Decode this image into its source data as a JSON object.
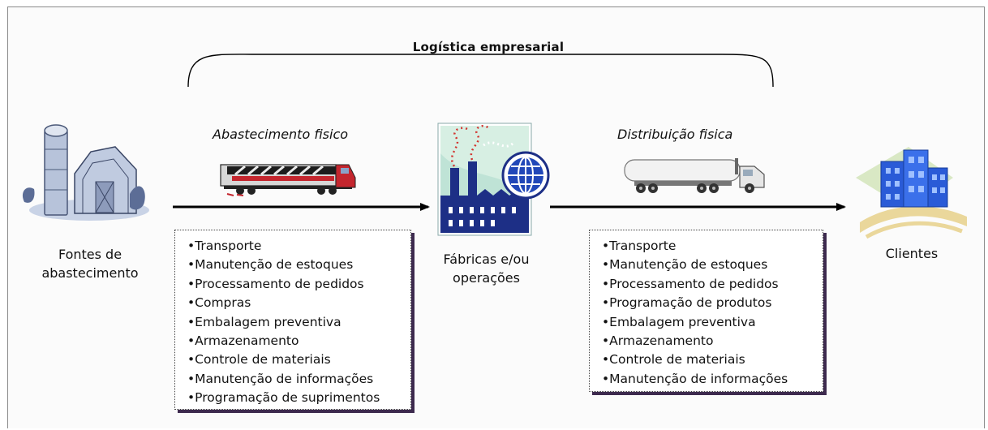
{
  "title": "Logística empresarial",
  "supply_label": "Abastecimento fisico",
  "distribution_label": "Distribuição fisica",
  "nodes": {
    "sources": "Fontes de abastecimento",
    "factories": "Fábricas e/ou operações",
    "customers": "Clientes"
  },
  "icons": {
    "sources": "farm-silo-barn-icon",
    "train": "locomotive-icon",
    "factories": "factory-globe-icon",
    "truck": "tanker-truck-icon",
    "customers": "office-buildings-icon"
  },
  "supply_activities": [
    "Transporte",
    "Manutenção de estoques",
    "Processamento de pedidos",
    "Compras",
    "Embalagem preventiva",
    "Armazenamento",
    "Controle de materiais",
    "Manutenção de informações",
    "Programação de suprimentos"
  ],
  "distribution_activities": [
    "Transporte",
    "Manutenção de estoques",
    "Processamento de pedidos",
    "Programação de produtos",
    "Embalagem preventiva",
    "Armazenamento",
    "Controle de materiais",
    "Manutenção de informações"
  ],
  "colors": {
    "box_shadow": "#3d2a4e",
    "building": "#2a5bd7",
    "factory": "#1d2f86",
    "train_red": "#c4262e"
  }
}
